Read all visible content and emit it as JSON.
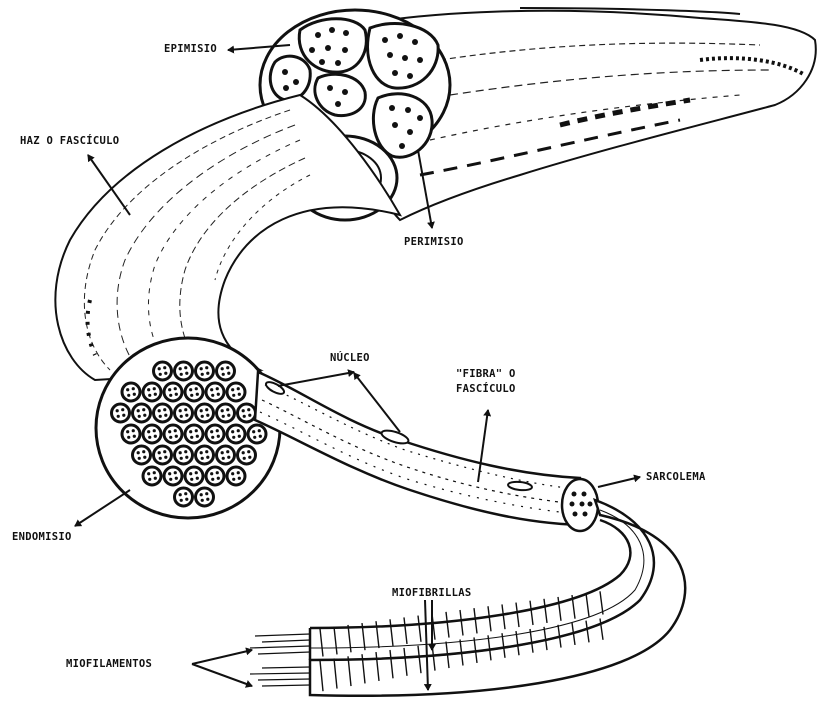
{
  "diagram": {
    "labels": {
      "epimisio": "EPIMISIO",
      "haz": "HAZ O FASCÍCULO",
      "perimisio": "PERIMISIO",
      "nucleo": "NÚCLEO",
      "fibra_line1": "\"FIBRA\" O",
      "fibra_line2": "FASCÍCULO",
      "sarcolema": "SARCOLEMA",
      "endomisio": "ENDOMISIO",
      "miofibrillas": "MIOFIBRILLAS",
      "miofilamentos": "MIOFILAMENTOS"
    },
    "colors": {
      "ink": "#111111",
      "paper": "#ffffff"
    }
  }
}
